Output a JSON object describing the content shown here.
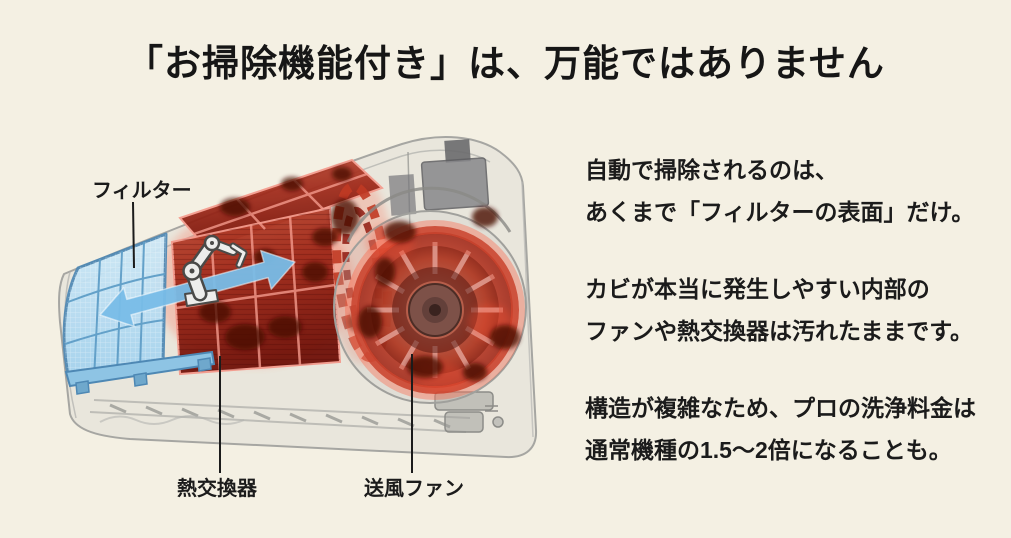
{
  "title": "「お掃除機能付き」は、万能ではありません",
  "illustration": {
    "alt": "お掃除機能付きエアコンの内部構造図",
    "labels": {
      "filter": "フィルター",
      "heat_exchanger": "熱交換器",
      "fan": "送風ファン"
    },
    "icons": {
      "robot_arm": "robot-arm-icon",
      "clean_arrow": "clean-direction-arrow-icon"
    }
  },
  "description": {
    "paragraph_1": "自動で掃除されるのは、\nあくまで「フィルターの表面」だけ。",
    "paragraph_2": "カビが本当に発生しやすい内部の\nファンや熱交換器は汚れたままです。",
    "paragraph_3": "構造が複雑なため、プロの洗浄料金は\n通常機種の1.5〜2倍になることも。"
  },
  "colors": {
    "background": "#f4f0e3",
    "text": "#1b1b1b",
    "filter_blue": "#a9d4ee",
    "arrow_blue": "#79bde8",
    "mold_red": "#a02818",
    "mold_dark_red": "#480a06",
    "body_gray": "#a6a6a2"
  }
}
